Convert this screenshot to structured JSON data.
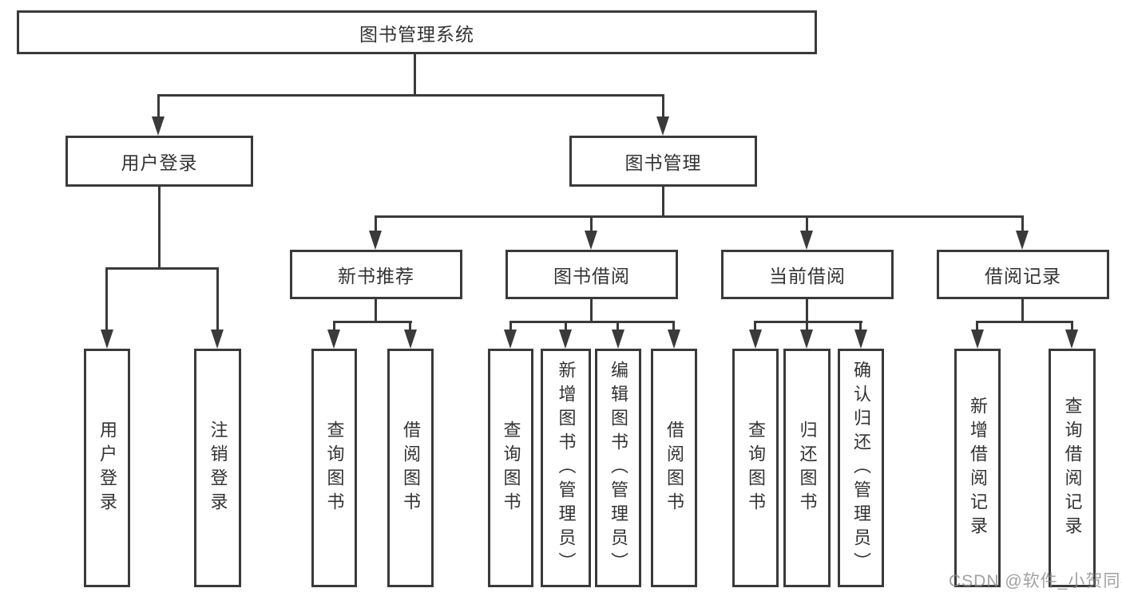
{
  "diagram": {
    "root": {
      "label": "图书管理系统"
    },
    "level2": [
      {
        "label": "用户登录"
      },
      {
        "label": "图书管理"
      }
    ],
    "level3": [
      {
        "label": "新书推荐"
      },
      {
        "label": "图书借阅"
      },
      {
        "label": "当前借阅"
      },
      {
        "label": "借阅记录"
      }
    ],
    "leaves": [
      {
        "label": "用户登录"
      },
      {
        "label": "注销登录"
      },
      {
        "label": "查询图书"
      },
      {
        "label": "借阅图书"
      },
      {
        "label": "查询图书"
      },
      {
        "label": "新增图书（管理员）"
      },
      {
        "label": "编辑图书（管理员）"
      },
      {
        "label": "借阅图书"
      },
      {
        "label": "查询图书"
      },
      {
        "label": "归还图书"
      },
      {
        "label": "确认归还（管理员）"
      },
      {
        "label": "新增借阅记录"
      },
      {
        "label": "查询借阅记录"
      }
    ]
  },
  "watermark": {
    "text": "CSDN @软件_小贺同学"
  },
  "colors": {
    "line": "#3a3a3a",
    "text": "#333333",
    "background": "#ffffff",
    "watermark": "#8a8a8a"
  }
}
